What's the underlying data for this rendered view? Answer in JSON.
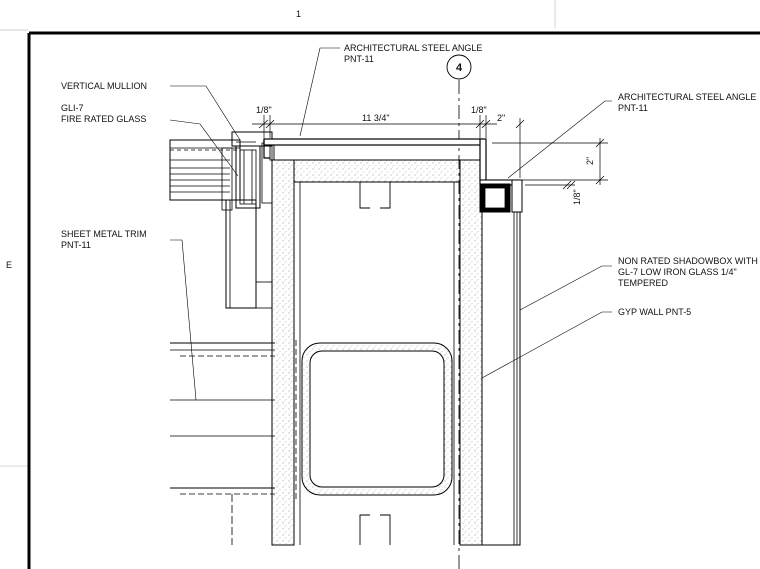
{
  "sheet": {
    "grid_column_label": "1",
    "grid_row_label": "E"
  },
  "gridline": {
    "bubble_label": "4"
  },
  "callouts": {
    "steel_angle_top_line1": "ARCHITECTURAL STEEL ANGLE",
    "steel_angle_top_line2": "PNT-11",
    "steel_angle_right_line1": "ARCHITECTURAL STEEL ANGLE",
    "steel_angle_right_line2": "PNT-11",
    "vertical_mullion": "VERTICAL MULLION",
    "fire_glass_line1": "GLI-7",
    "fire_glass_line2": "FIRE RATED GLASS",
    "sheet_metal_trim_line1": "SHEET METAL TRIM",
    "sheet_metal_trim_line2": "PNT-11",
    "shadowbox_line1": "NON RATED SHADOWBOX WITH",
    "shadowbox_line2": "GL-7 LOW IRON GLASS 1/4\"",
    "shadowbox_line3": "TEMPERED",
    "gyp_wall": "GYP WALL PNT-5"
  },
  "dimensions": {
    "gap_left": "1/8\"",
    "overall_width": "11 3/4\"",
    "gap_right": "1/8\"",
    "projection": "2\"",
    "height": "2\"",
    "reveal": "1/8\""
  }
}
